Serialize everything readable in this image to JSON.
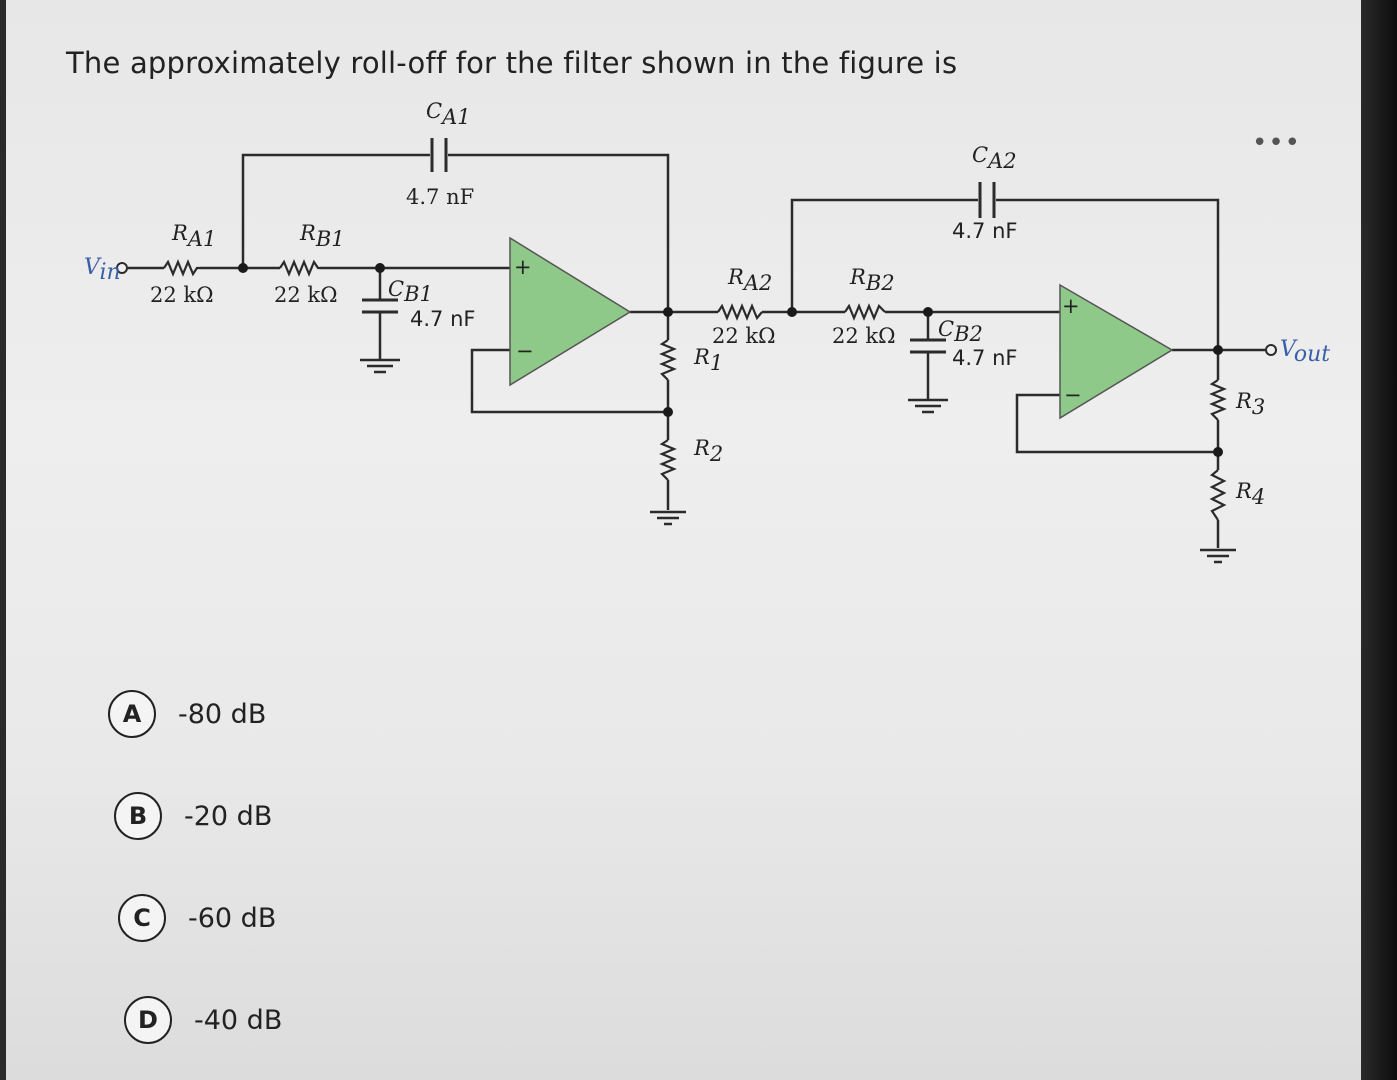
{
  "question": {
    "text": "The approximately roll-off for the filter shown in the figure is"
  },
  "more_label": "•••",
  "circuit": {
    "stage1": {
      "c_feedback_label": "C",
      "c_feedback_sub": "A1",
      "c_feedback_value": "4.7 nF",
      "r1_label": "R",
      "r1_sub": "A1",
      "r1_value": "22 kΩ",
      "r2_label": "R",
      "r2_sub": "B1",
      "r2_value": "22 kΩ",
      "c_ground_label": "C",
      "c_ground_sub": "B1",
      "c_ground_value": "4.7 nF",
      "rf_label": "R",
      "rf_sub": "1",
      "rg_label": "R",
      "rg_sub": "2"
    },
    "stage2": {
      "c_feedback_label": "C",
      "c_feedback_sub": "A2",
      "c_feedback_value": "4.7 nF",
      "r1_label": "R",
      "r1_sub": "A2",
      "r1_value": "22 kΩ",
      "r2_label": "R",
      "r2_sub": "B2",
      "r2_value": "22 kΩ",
      "c_ground_label": "C",
      "c_ground_sub": "B2",
      "c_ground_value": "4.7 nF",
      "rf_label": "R",
      "rf_sub": "3",
      "rg_label": "R",
      "rg_sub": "4"
    },
    "input_label": "V",
    "input_sub": "in",
    "output_label": "V",
    "output_sub": "out",
    "plus_sign": "+",
    "minus_sign": "−"
  },
  "options": [
    {
      "letter": "A",
      "text": "-80 dB"
    },
    {
      "letter": "B",
      "text": "-20 dB"
    },
    {
      "letter": "C",
      "text": "-60 dB"
    },
    {
      "letter": "D",
      "text": "-40 dB"
    }
  ],
  "colors": {
    "wire": "#2b2b2b",
    "opamp_fill": "#8fc98a",
    "io_label": "#3a5fa8"
  }
}
